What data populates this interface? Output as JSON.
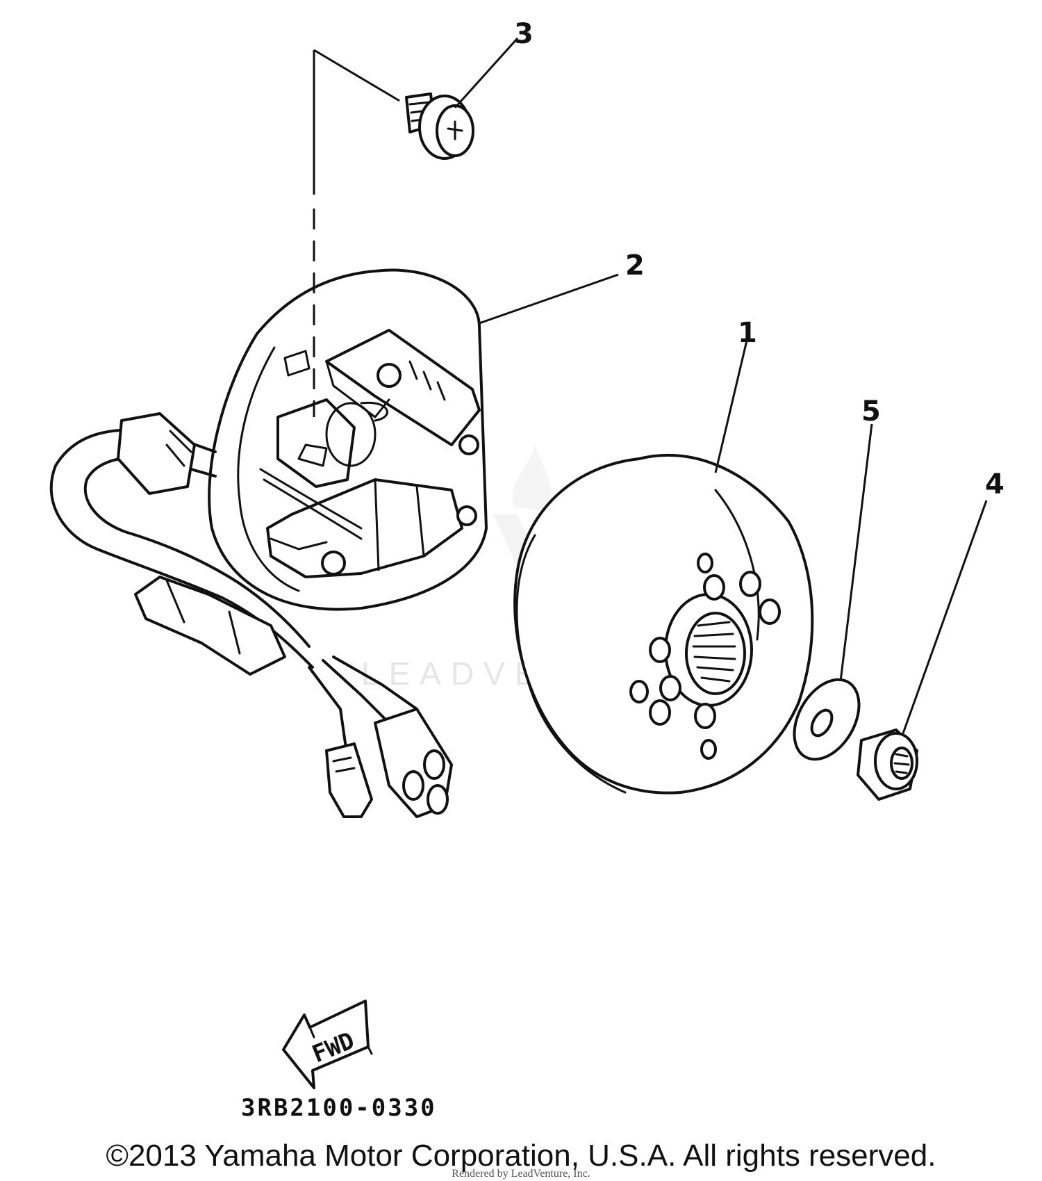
{
  "callouts": [
    {
      "label": "1",
      "part": "rotor"
    },
    {
      "label": "2",
      "part": "stator"
    },
    {
      "label": "3",
      "part": "screw"
    },
    {
      "label": "4",
      "part": "nut"
    },
    {
      "label": "5",
      "part": "washer"
    }
  ],
  "fwd_label": "FWD",
  "diagram_code": "3RB2100-0330",
  "watermark": "LEADVENTURE",
  "copyright": "©2013 Yamaha Motor Corporation, U.S.A. All rights reserved.",
  "rendered_by": "Rendered by LeadVenture, Inc."
}
